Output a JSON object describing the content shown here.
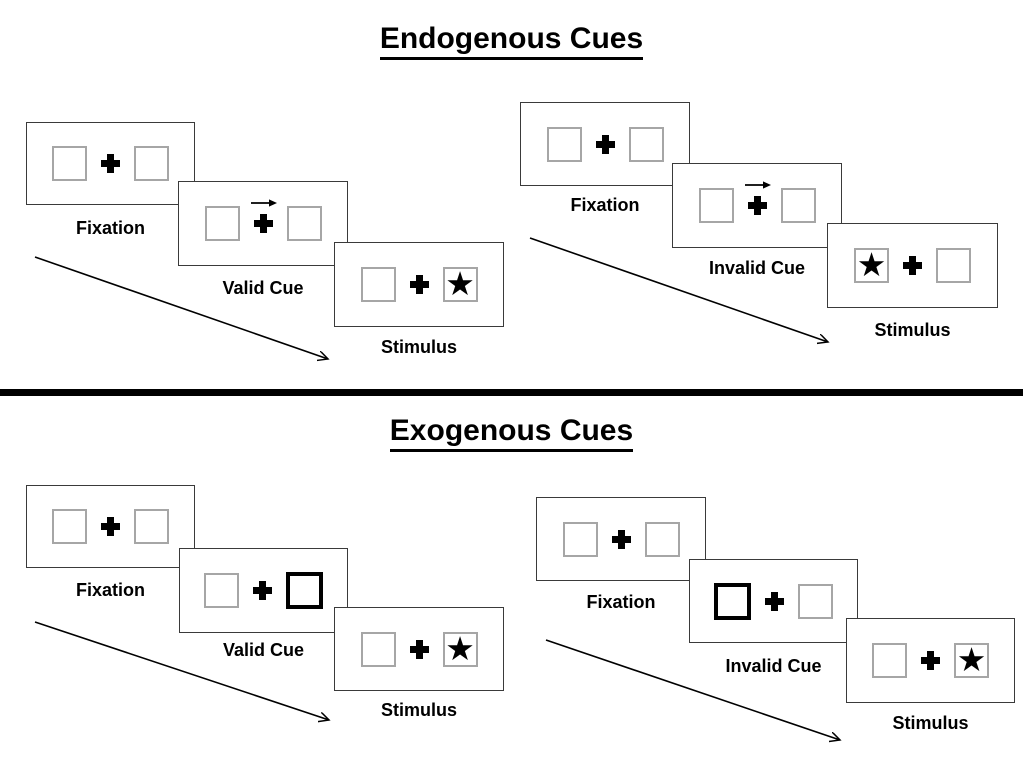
{
  "colors": {
    "background": "#ffffff",
    "ink": "#000000",
    "card_border": "#3a3a3a",
    "placeholder_border": "#a6a6a6",
    "cue_box_border": "#000000"
  },
  "icons": {
    "star": "★",
    "fixation_cross": "heavy-plus-cross",
    "cue_arrow": "right-arrow"
  },
  "sections": [
    {
      "title": "Endogenous Cues",
      "panels": [
        {
          "condition": "valid",
          "cue_arrow_direction": "right",
          "stimulus_side": "right",
          "cards": [
            {
              "label": "Fixation"
            },
            {
              "label": "Valid Cue"
            },
            {
              "label": "Stimulus"
            }
          ]
        },
        {
          "condition": "invalid",
          "cue_arrow_direction": "right",
          "stimulus_side": "left",
          "cards": [
            {
              "label": "Fixation"
            },
            {
              "label": "Invalid Cue"
            },
            {
              "label": "Stimulus"
            }
          ]
        }
      ]
    },
    {
      "title": "Exogenous Cues",
      "panels": [
        {
          "condition": "valid",
          "cue_box_side": "right",
          "stimulus_side": "right",
          "cards": [
            {
              "label": "Fixation"
            },
            {
              "label": "Valid Cue"
            },
            {
              "label": "Stimulus"
            }
          ]
        },
        {
          "condition": "invalid",
          "cue_box_side": "left",
          "stimulus_side": "right",
          "cards": [
            {
              "label": "Fixation"
            },
            {
              "label": "Invalid Cue"
            },
            {
              "label": "Stimulus"
            }
          ]
        }
      ]
    }
  ]
}
